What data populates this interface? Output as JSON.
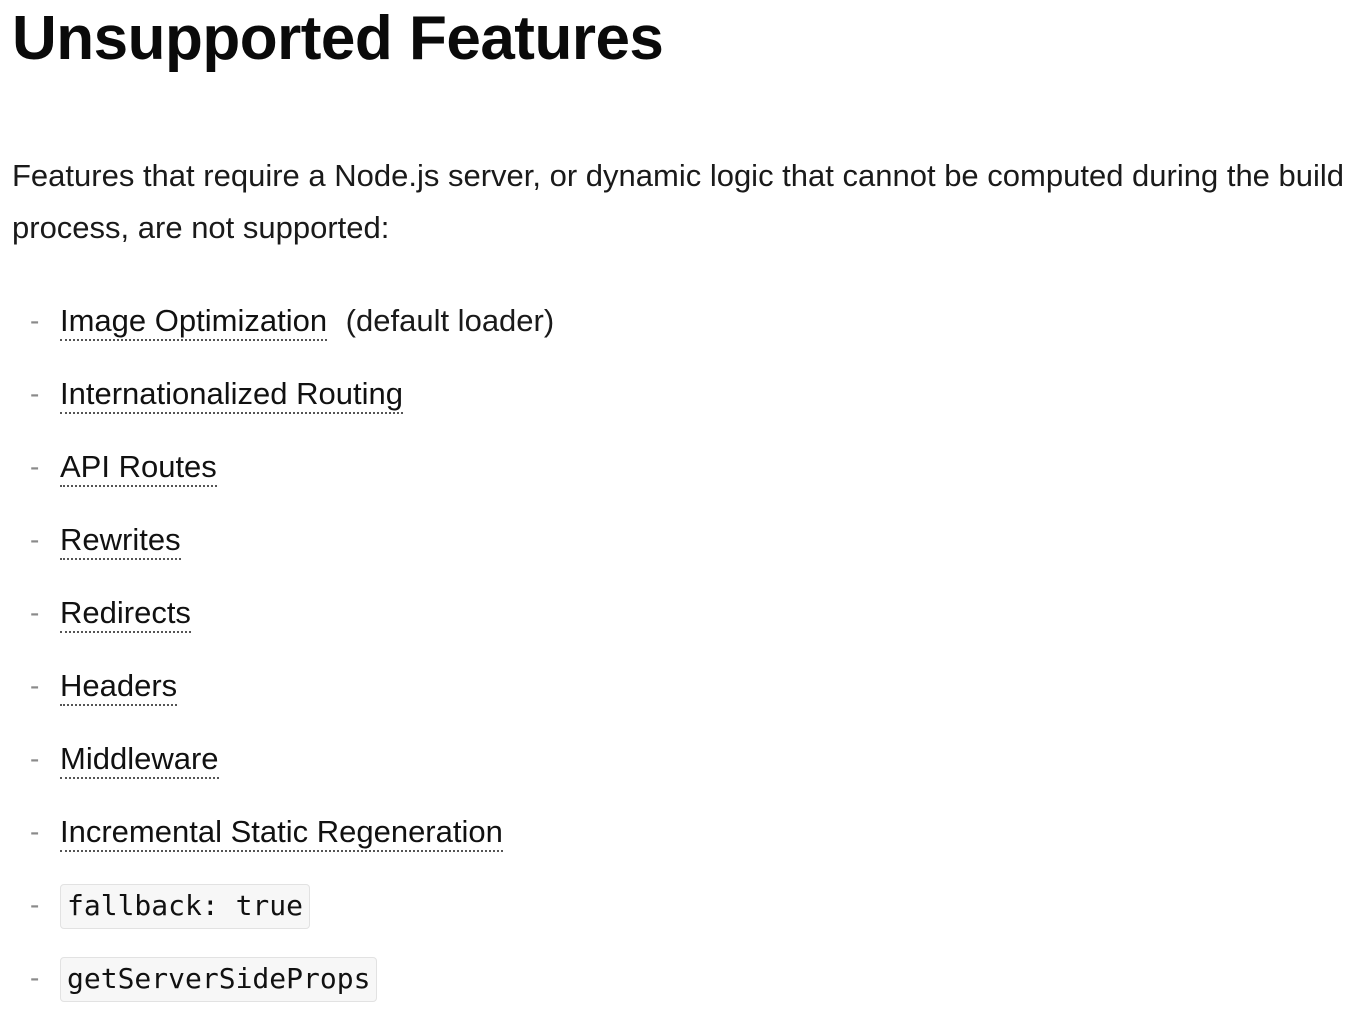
{
  "title": "Unsupported Features",
  "intro": "Features that require a Node.js server, or dynamic logic that cannot be computed during the build process, are not supported:",
  "items": [
    {
      "text": "Image Optimization",
      "suffix": " (default loader)",
      "type": "link"
    },
    {
      "text": "Internationalized Routing",
      "type": "link"
    },
    {
      "text": "API Routes",
      "type": "link"
    },
    {
      "text": "Rewrites",
      "type": "link"
    },
    {
      "text": "Redirects",
      "type": "link"
    },
    {
      "text": "Headers",
      "type": "link"
    },
    {
      "text": "Middleware",
      "type": "link"
    },
    {
      "text": "Incremental Static Regeneration",
      "type": "link"
    },
    {
      "text": "fallback: true",
      "type": "code"
    },
    {
      "text": "getServerSideProps",
      "type": "code"
    }
  ],
  "bullet": "-"
}
